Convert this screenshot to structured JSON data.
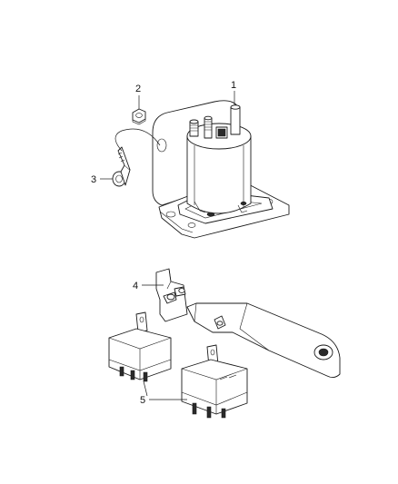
{
  "diagram": {
    "callouts": [
      {
        "id": "1",
        "label": "1"
      },
      {
        "id": "2",
        "label": "2"
      },
      {
        "id": "3",
        "label": "3"
      },
      {
        "id": "4",
        "label": "4"
      },
      {
        "id": "5",
        "label": "5"
      }
    ],
    "parts": [
      {
        "ref": "1",
        "icon": "relay-solenoid-icon"
      },
      {
        "ref": "2",
        "icon": "nut-icon"
      },
      {
        "ref": "3",
        "icon": "bolt-icon"
      },
      {
        "ref": "4",
        "icon": "bracket-icon"
      },
      {
        "ref": "5",
        "icon": "relay-module-icon"
      }
    ]
  }
}
